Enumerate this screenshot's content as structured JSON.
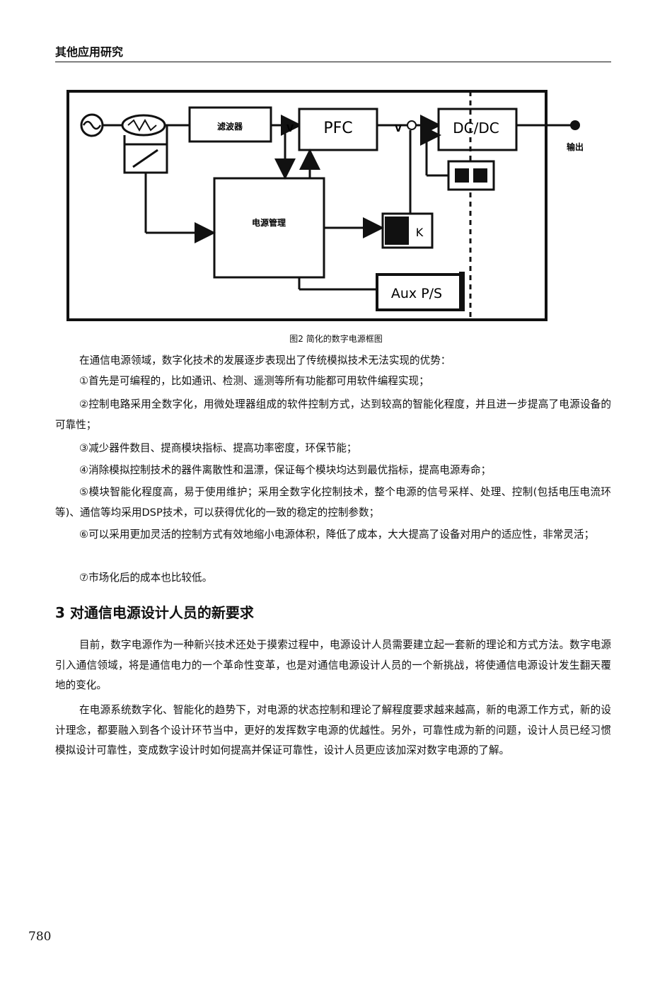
{
  "header": {
    "running_title": "其他应用研究"
  },
  "figure": {
    "caption": "图2   简化的数字电源框图",
    "blocks": {
      "filter": "滤波器",
      "pfc": "PFC",
      "dcdc": "DC/DC",
      "power_mgmt": "电源管理",
      "aux": "Aux P/S",
      "output": "输出",
      "driver": "K"
    }
  },
  "body": {
    "intro": "在通信电源领域，数字化技术的发展逐步表现出了传统模拟技术无法实现的优势：",
    "items": [
      "①首先是可编程的，比如通讯、检测、遥测等所有功能都可用软件编程实现；",
      "②控制电路采用全数字化，用微处理器组成的软件控制方式，达到较高的智能化程度，并且进一步提高了电源设备的可靠性；",
      "③减少器件数目、提商模块指标、提高功率密度，环保节能；",
      "④消除模拟控制技术的器件离散性和温漂，保证每个模块均达到最优指标，提高电源寿命；",
      "⑤模块智能化程度高，易于使用维护；采用全数字化控制技术，整个电源的信号采样、处理、控制(包括电压电流环等)、通信等均采用DSP技术，可以获得优化的一致的稳定的控制参数；",
      "⑥可以采用更加灵活的控制方式有效地缩小电源体积，降低了成本，大大提高了设备对用户的适应性，非常灵活；",
      "⑦市场化后的成本也比较低。"
    ],
    "section_title": "3 对通信电源设计人员的新要求",
    "section_paragraphs": [
      "目前，数字电源作为一种新兴技术还处于摸索过程中，电源设计人员需要建立起一套新的理论和方式方法。数字电源引入通信领域，将是通信电力的一个革命性变革，也是对通信电源设计人员的一个新挑战，将使通信电源设计发生翻天覆地的变化。",
      "在电源系统数字化、智能化的趋势下，对电源的状态控制和理论了解程度要求越来越高，新的电源工作方式，新的设计理念，都要融入到各个设计环节当中，更好的发挥数字电源的优越性。另外，可靠性成为新的问题，设计人员已经习惯模拟设计可靠性，变成数字设计时如何提高并保证可靠性，设计人员更应该加深对数字电源的了解。"
    ]
  },
  "footer": {
    "page_number": "780"
  }
}
